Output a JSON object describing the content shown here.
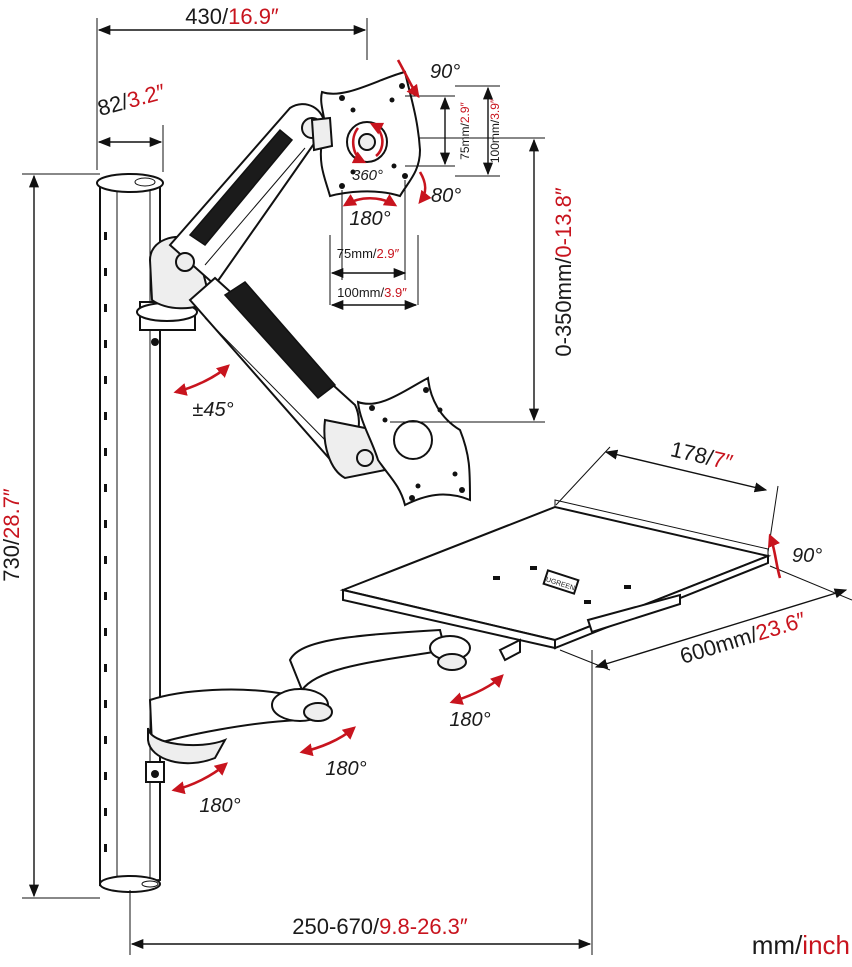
{
  "dimensions": {
    "top_width": {
      "mm": "430",
      "inch": "16.9″"
    },
    "pole_offset": {
      "mm": "82",
      "inch": "3.2″"
    },
    "pole_height": {
      "mm": "730",
      "inch": "28.7″"
    },
    "arm_reach": {
      "mm": "0-350mm",
      "inch": "0-13.8″"
    },
    "bottom_reach": {
      "mm": "250-670",
      "inch": "9.8-26.3″"
    },
    "tray_depth": {
      "mm": "178",
      "inch": "7″"
    },
    "tray_width": {
      "mm": "600mm",
      "inch": "23.6″"
    }
  },
  "vesa": {
    "v75": {
      "mm": "75mm",
      "inch": "2.9″"
    },
    "v100": {
      "mm": "100mm",
      "inch": "3.9″"
    },
    "h75": {
      "mm": "75mm",
      "inch": "2.9″"
    },
    "h100": {
      "mm": "100mm",
      "inch": "3.9″"
    }
  },
  "angles": {
    "tilt_up": "90°",
    "rotation": "360°",
    "tilt_down": "80°",
    "swivel_head": "180°",
    "arm_tilt": "±45°",
    "tray_tilt": "90°",
    "tray_swivel": "180°",
    "mid_swivel": "180°",
    "base_swivel": "180°"
  },
  "units": {
    "mm": "mm",
    "slash": "/",
    "inch": "inch"
  },
  "tray_logo": "UGREEN",
  "colors": {
    "accent": "#c8141e",
    "ink": "#1a1a1a"
  }
}
